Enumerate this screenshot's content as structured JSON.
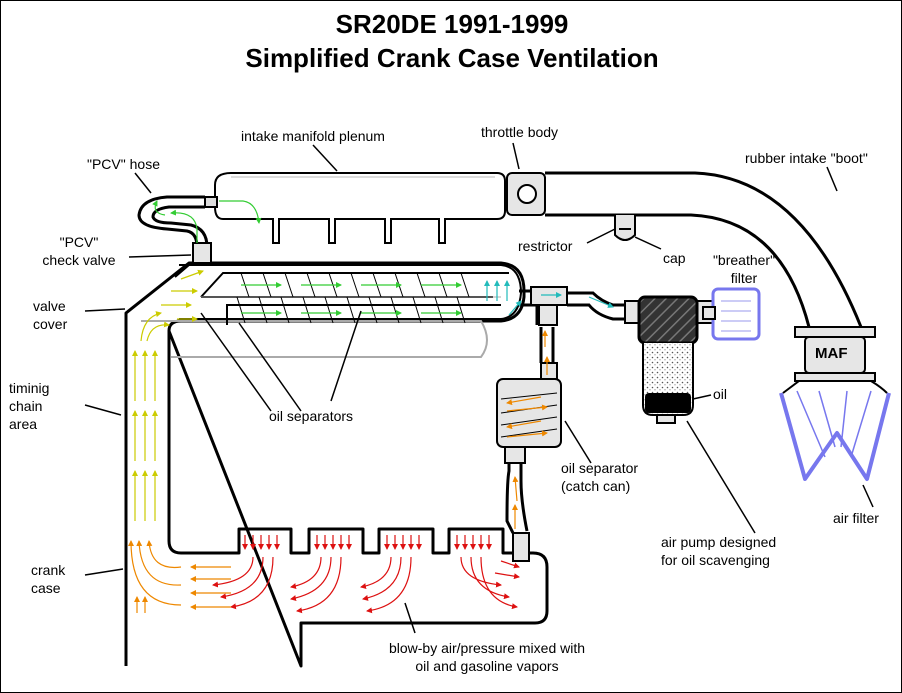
{
  "title": {
    "line1": "SR20DE 1991-1999",
    "line2": "Simplified Crank Case Ventilation"
  },
  "labels": {
    "intake_manifold_plenum": "intake manifold plenum",
    "throttle_body": "throttle body",
    "rubber_intake_boot": "rubber intake \"boot\"",
    "pcv_hose": "\"PCV\" hose",
    "pcv_check_valve_1": "\"PCV\"",
    "pcv_check_valve_2": "check valve",
    "restrictor": "restrictor",
    "cap": "cap",
    "breather_filter_1": "\"breather\"",
    "breather_filter_2": "filter",
    "valve_cover_1": "valve",
    "valve_cover_2": "cover",
    "maf": "MAF",
    "timing_chain_1": "timinig",
    "timing_chain_2": "chain",
    "timing_chain_3": "area",
    "oil": "oil",
    "oil_separators": "oil separators",
    "catch_can_1": "oil separator",
    "catch_can_2": "(catch can)",
    "air_filter": "air filter",
    "air_pump_1": "air pump designed",
    "air_pump_2": "for oil scavenging",
    "crank_case_1": "crank",
    "crank_case_2": "case",
    "blowby_1": "blow-by air/pressure mixed with",
    "blowby_2": "oil and gasoline vapors"
  },
  "colors": {
    "outline": "#000000",
    "component_fill": "#e6e6e6",
    "filter_blue": "#7777ee",
    "flow_red": "#dd1111",
    "flow_orange": "#ee8800",
    "flow_yellow": "#dddd00",
    "flow_green": "#33cc33",
    "flow_cyan": "#22bbbb"
  }
}
